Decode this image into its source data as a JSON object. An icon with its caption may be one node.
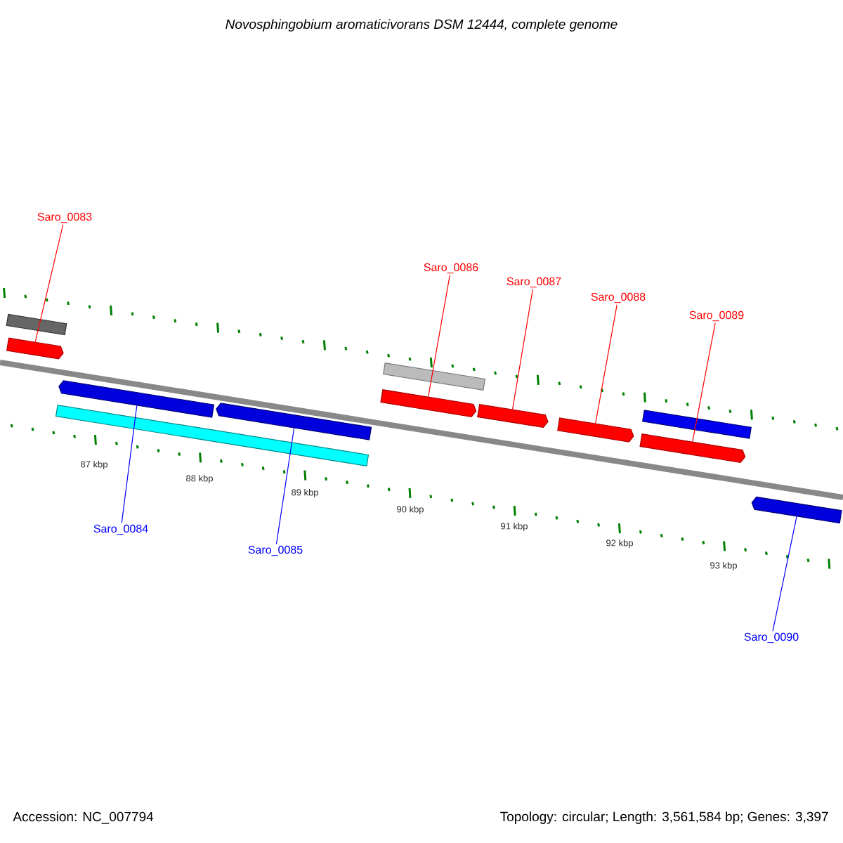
{
  "diagram": {
    "title": "Novosphingobium aromaticivorans DSM 12444, complete genome",
    "nodes": [
      {
        "text": [
          "Saro_0083"
        ]
      },
      {
        "text": [
          "Saro_0084"
        ]
      },
      {
        "text": [
          "Saro_0085"
        ]
      },
      {
        "text": [
          "Saro_0086"
        ]
      },
      {
        "text": [
          "Saro_0087"
        ]
      },
      {
        "text": [
          "Saro_0088"
        ]
      },
      {
        "text": [
          "Saro_0089"
        ]
      },
      {
        "text": [
          "Saro_0090"
        ]
      },
      {
        "text": [],
        "shape": "bar"
      },
      {
        "text": [],
        "shape": "arrow"
      },
      {
        "text": [],
        "shape": "arrow"
      },
      {
        "text": [],
        "shape": "bar"
      },
      {
        "text": [],
        "shape": "arrow"
      },
      {
        "text": [],
        "shape": "bar"
      },
      {
        "text": [],
        "shape": "arrow"
      },
      {
        "text": [],
        "shape": "arrow"
      },
      {
        "text": [],
        "shape": "arrow"
      },
      {
        "text": [],
        "shape": "bar"
      },
      {
        "text": [],
        "shape": "arrow"
      },
      {
        "text": [],
        "shape": "arrow"
      }
    ],
    "edges": [
      {
        "from": 0,
        "to": 9,
        "arrow": "none"
      },
      {
        "from": 1,
        "to": 10,
        "arrow": "none",
        "color": "#0000ff"
      },
      {
        "from": 2,
        "to": 12,
        "arrow": "none",
        "color": "#0000ff"
      },
      {
        "from": 3,
        "to": 14,
        "arrow": "none"
      },
      {
        "from": 4,
        "to": 15,
        "arrow": "none"
      },
      {
        "from": 5,
        "to": 16,
        "arrow": "none"
      },
      {
        "from": 6,
        "to": 18,
        "arrow": "none"
      },
      {
        "from": 7,
        "to": 19,
        "arrow": "none",
        "color": "#0000ff"
      }
    ],
    "labels": [
      "87 kbp",
      "88 kbp",
      "89 kbp",
      "90 kbp",
      "91 kbp",
      "92 kbp",
      "93 kbp",
      "Accession: NC_007794",
      "Topology: circular; Length: 3,561,584 bp; Genes: 3,397"
    ]
  }
}
